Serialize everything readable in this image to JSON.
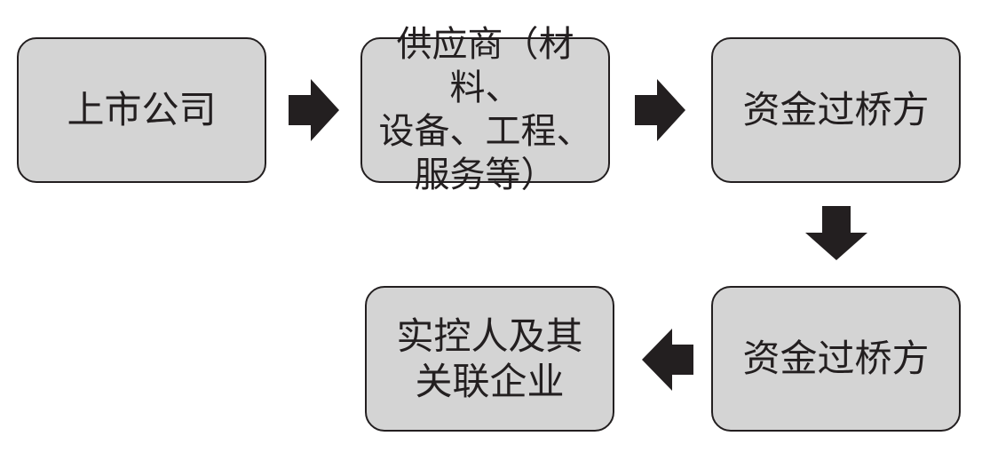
{
  "nodes": {
    "listed_company": "上市公司",
    "suppliers": "供应商（材料、\n设备、工程、\n服务等）",
    "bridge_party_1": "资金过桥方",
    "bridge_party_2": "资金过桥方",
    "controller_affiliates": "实控人及其\n关联企业"
  },
  "colors": {
    "node_fill": "#d4d4d4",
    "stroke": "#231f20",
    "arrow": "#231f20"
  }
}
